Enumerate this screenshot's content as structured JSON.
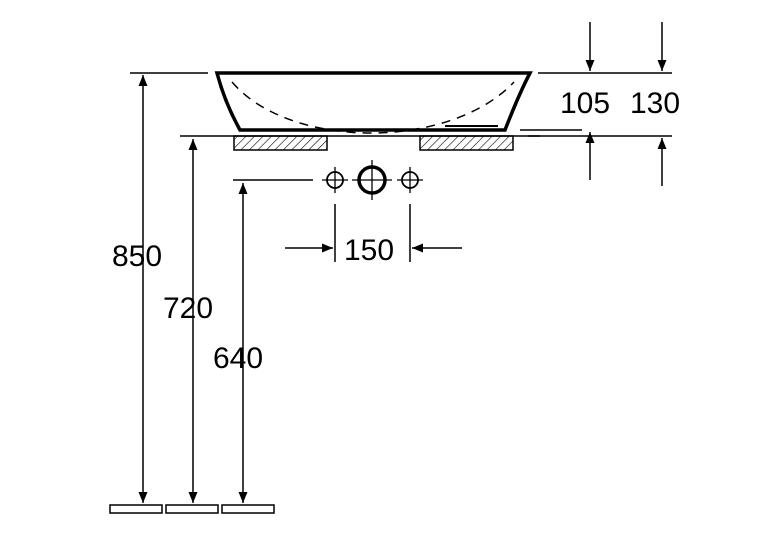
{
  "dimensions": {
    "total_height": "850",
    "outlet_height": "720",
    "tap_height": "640",
    "tap_spacing": "150",
    "basin_depth": "105",
    "overall_height": "130"
  }
}
